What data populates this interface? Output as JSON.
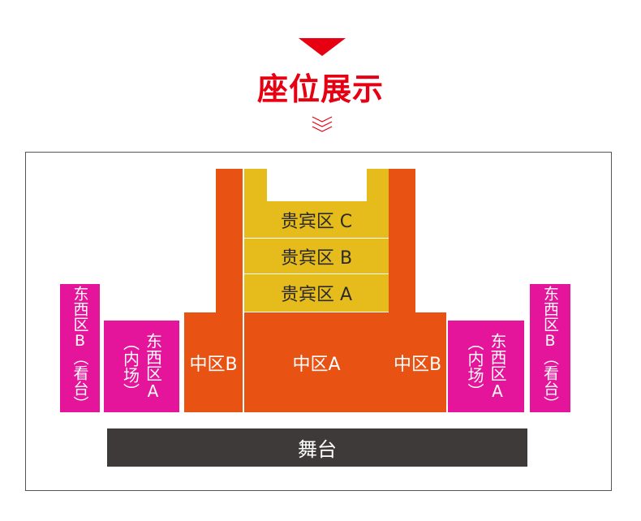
{
  "header": {
    "title": "座位展示"
  },
  "colors": {
    "accent": "#e60012",
    "center_zone": "#e85212",
    "vip_zone": "#e6bb1c",
    "side_zone": "#e4159b",
    "stage": "#3e3a39"
  },
  "seating": {
    "vip_c": "贵宾区 C",
    "vip_b": "贵宾区 B",
    "vip_a": "贵宾区 A",
    "center_a": "中区A",
    "center_b_left": "中区B",
    "center_b_right": "中区B",
    "ew_b_left": "东西区B（看台）",
    "ew_a_left_line1": "东西区A",
    "ew_a_left_line2": "（内场）",
    "ew_a_right_line1": "东西区A",
    "ew_a_right_line2": "（内场）",
    "ew_b_right": "东西区B（看台）",
    "stage": "舞台"
  }
}
